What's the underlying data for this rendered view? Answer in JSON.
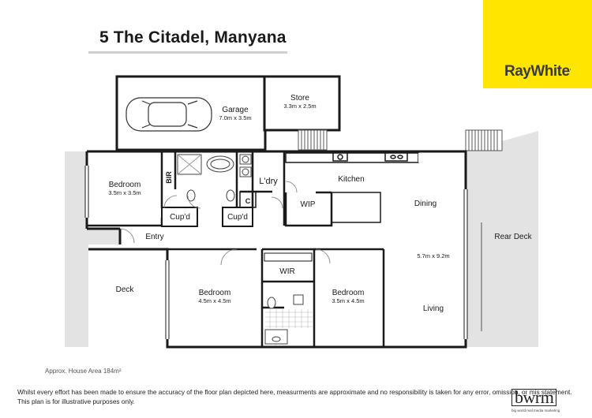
{
  "title": "5 The Citadel, Manyana",
  "brand": {
    "name": "RayWhite",
    "mark": "."
  },
  "rooms": {
    "garage": {
      "name": "Garage",
      "size": "7.0m x 3.5m"
    },
    "store": {
      "name": "Store",
      "size": "3.3m x 2.5m"
    },
    "bedroom1": {
      "name": "Bedroom",
      "size": "3.5m x 3.5m"
    },
    "bir": "BIR",
    "laundry": "L'dry",
    "c": "C",
    "kitchen": "Kitchen",
    "wip": "WIP",
    "dining": "Dining",
    "cupd1": "Cup'd",
    "cupd2": "Cup'd",
    "entry": "Entry",
    "rear_deck": "Rear Deck",
    "deck": "Deck",
    "living_size": "5.7m x 9.2m",
    "wir": "WIR",
    "bedroom2": {
      "name": "Bedroom",
      "size": "4.5m x 4.5m"
    },
    "bedroom3": {
      "name": "Bedroom",
      "size": "3.5m x 4.5m"
    },
    "living": "Living"
  },
  "area_note": "Approx. House Area 184m²",
  "disclaimer": [
    "Whilst every effort has been made to ensure the accuracy of the floor plan depicted here, measurments are approximate and no responsibility is taken for any error, omission, or mis statement.",
    "This plan is for illustrative purposes only."
  ],
  "credit": {
    "logo": "bwrm",
    "tagline": "big world real media marketing"
  },
  "colors": {
    "brand_yellow": "#ffe600",
    "deck_grey": "#e3e3e3",
    "wall": "#1a1a1a"
  }
}
